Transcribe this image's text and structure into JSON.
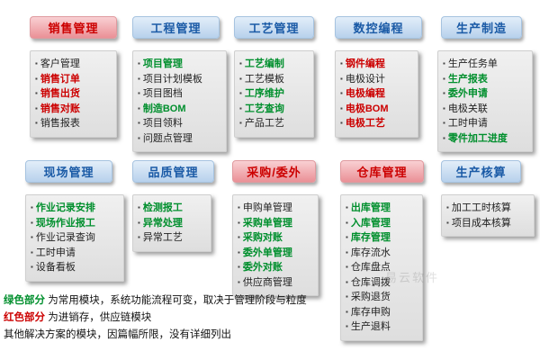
{
  "colors": {
    "green": "#008f2d",
    "red": "#cc0000",
    "blue": "#1a5aa6"
  },
  "bullet_glyph": "▪",
  "groups": [
    {
      "id": "sales",
      "title": "销售管理",
      "header_color": "red",
      "items": [
        {
          "label": "客户管理",
          "color": "plain"
        },
        {
          "label": "销售订单",
          "color": "red"
        },
        {
          "label": "销售出货",
          "color": "red"
        },
        {
          "label": "销售对账",
          "color": "red"
        },
        {
          "label": "销售报表",
          "color": "plain"
        }
      ]
    },
    {
      "id": "engineering",
      "title": "工程管理",
      "header_color": "blue",
      "items": [
        {
          "label": "项目管理",
          "color": "green"
        },
        {
          "label": "项目计划模板",
          "color": "plain"
        },
        {
          "label": "项目图档",
          "color": "plain"
        },
        {
          "label": "制造BOM",
          "color": "green"
        },
        {
          "label": "项目领料",
          "color": "plain"
        },
        {
          "label": "问题点管理",
          "color": "plain"
        }
      ]
    },
    {
      "id": "craft",
      "title": "工艺管理",
      "header_color": "blue",
      "items": [
        {
          "label": "工艺编制",
          "color": "green"
        },
        {
          "label": "工艺模板",
          "color": "plain"
        },
        {
          "label": "工序维护",
          "color": "green"
        },
        {
          "label": "工艺查询",
          "color": "green"
        },
        {
          "label": "产品工艺",
          "color": "plain"
        }
      ]
    },
    {
      "id": "cnc-programming",
      "title": "数控编程",
      "header_color": "blue",
      "items": [
        {
          "label": "钢件编程",
          "color": "red"
        },
        {
          "label": "电极设计",
          "color": "plain"
        },
        {
          "label": "电极编程",
          "color": "red"
        },
        {
          "label": "电极BOM",
          "color": "red"
        },
        {
          "label": "电极工艺",
          "color": "red"
        }
      ]
    },
    {
      "id": "production",
      "title": "生产制造",
      "header_color": "blue",
      "items": [
        {
          "label": "生产任务单",
          "color": "plain"
        },
        {
          "label": "生产报表",
          "color": "green"
        },
        {
          "label": "委外申请",
          "color": "green"
        },
        {
          "label": "电极关联",
          "color": "plain"
        },
        {
          "label": "工时申请",
          "color": "plain"
        },
        {
          "label": "零件加工进度",
          "color": "green"
        }
      ]
    },
    {
      "id": "shopfloor",
      "title": "现场管理",
      "header_color": "blue",
      "items": [
        {
          "label": "作业记录安排",
          "color": "green"
        },
        {
          "label": "现场作业报工",
          "color": "green"
        },
        {
          "label": "作业记录查询",
          "color": "plain"
        },
        {
          "label": "工时申请",
          "color": "plain"
        },
        {
          "label": "设备看板",
          "color": "plain"
        }
      ]
    },
    {
      "id": "quality",
      "title": "品质管理",
      "header_color": "blue",
      "items": [
        {
          "label": "检测报工",
          "color": "green"
        },
        {
          "label": "异常处理",
          "color": "green"
        },
        {
          "label": "异常工艺",
          "color": "plain"
        }
      ]
    },
    {
      "id": "purchase-outsource",
      "title": "采购/委外",
      "header_color": "red",
      "items": [
        {
          "label": "申购单管理",
          "color": "plain"
        },
        {
          "label": "采购单管理",
          "color": "green"
        },
        {
          "label": "采购对账",
          "color": "green"
        },
        {
          "label": "委外单管理",
          "color": "green"
        },
        {
          "label": "委外对账",
          "color": "green"
        },
        {
          "label": "供应商管理",
          "color": "plain"
        }
      ]
    },
    {
      "id": "warehouse",
      "title": "仓库管理",
      "header_color": "red",
      "items": [
        {
          "label": "出库管理",
          "color": "green"
        },
        {
          "label": "入库管理",
          "color": "green"
        },
        {
          "label": "库存管理",
          "color": "green"
        },
        {
          "label": "库存流水",
          "color": "plain"
        },
        {
          "label": "仓库盘点",
          "color": "plain"
        },
        {
          "label": "仓库调拨",
          "color": "plain"
        },
        {
          "label": "采购退货",
          "color": "plain"
        },
        {
          "label": "库存申购",
          "color": "plain"
        },
        {
          "label": "生产退料",
          "color": "plain"
        }
      ]
    },
    {
      "id": "costing",
      "title": "生产核算",
      "header_color": "blue",
      "items": [
        {
          "label": "加工工时核算",
          "color": "plain"
        },
        {
          "label": "项目成本核算",
          "color": "plain"
        }
      ]
    }
  ],
  "legend": {
    "green": {
      "lead": "绿色部分",
      "rest": " 为常用模块，系统功能流程可变，取决于管理阶段与粒度"
    },
    "red": {
      "lead": "红色部分",
      "rest": " 为进销存，供应链模块"
    },
    "other": {
      "rest": "其他解决方案的模块，因篇幅所限，没有详细列出"
    }
  },
  "watermark": "易云软件"
}
